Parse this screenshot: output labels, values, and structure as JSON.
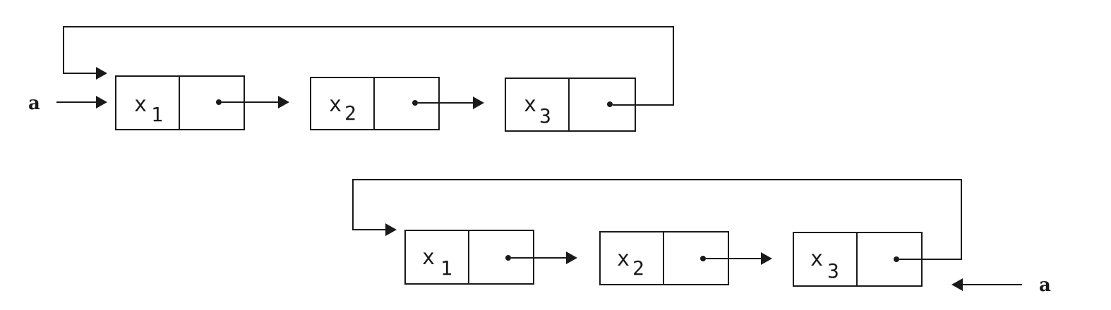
{
  "diagrams": [
    {
      "pointer_label": "a",
      "nodes": [
        {
          "var": "x",
          "index": "1"
        },
        {
          "var": "x",
          "index": "2"
        },
        {
          "var": "x",
          "index": "3"
        }
      ]
    },
    {
      "pointer_label": "a",
      "nodes": [
        {
          "var": "x",
          "index": "1"
        },
        {
          "var": "x",
          "index": "2"
        },
        {
          "var": "x",
          "index": "3"
        }
      ]
    }
  ]
}
